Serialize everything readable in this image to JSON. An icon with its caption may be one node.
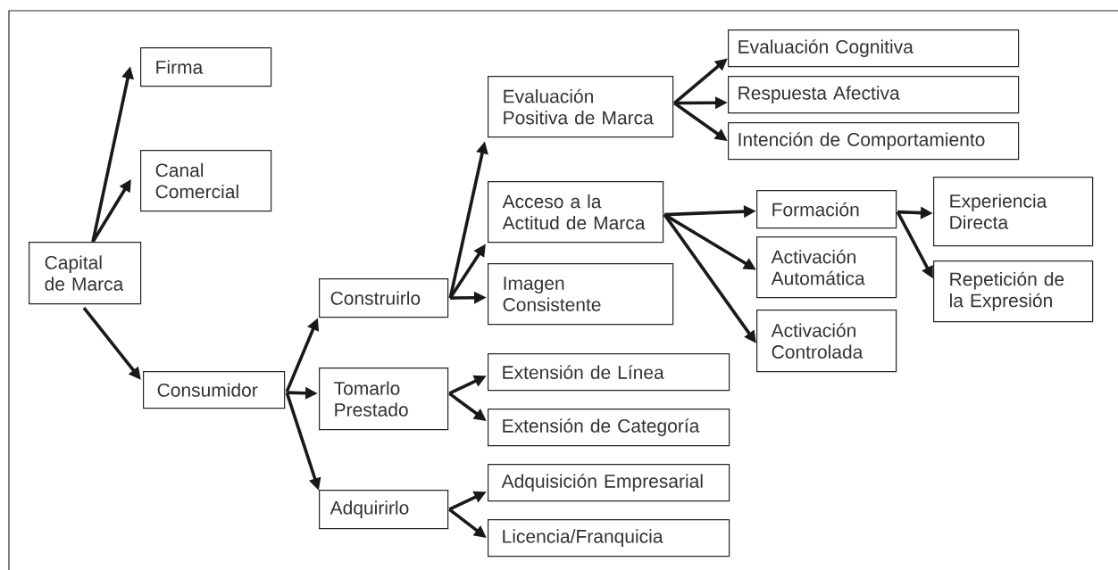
{
  "diagram": {
    "nodes": [
      {
        "text": [
          "Capital de Marca"
        ]
      },
      {
        "text": [
          "Firma"
        ]
      },
      {
        "text": [
          "Canal Comercial"
        ]
      },
      {
        "text": [
          "Consumidor"
        ]
      },
      {
        "text": [
          "Construirlo"
        ]
      },
      {
        "text": [
          "Tomarlo Prestado"
        ]
      },
      {
        "text": [
          "Adquirirlo"
        ]
      },
      {
        "text": [
          "Evaluación Positiva de Marca"
        ]
      },
      {
        "text": [
          "Acceso a la Actitud de Marca"
        ]
      },
      {
        "text": [
          "Imagen Consistente"
        ]
      },
      {
        "text": [
          "Evaluación Cognitiva"
        ]
      },
      {
        "text": [
          "Respuesta Afectiva"
        ]
      },
      {
        "text": [
          "Intención de Comportamiento"
        ]
      },
      {
        "text": [
          "Formación"
        ]
      },
      {
        "text": [
          "Activación Automática"
        ]
      },
      {
        "text": [
          "Activación Controlada"
        ]
      },
      {
        "text": [
          "Experiencia Directa"
        ]
      },
      {
        "text": [
          "Repetición de la Expresión"
        ]
      },
      {
        "text": [
          "Extensión de Línea"
        ]
      },
      {
        "text": [
          "Extensión de Categoría"
        ]
      },
      {
        "text": [
          "Adquisición Empresarial"
        ]
      },
      {
        "text": [
          "Licencia/Franquicia"
        ]
      }
    ],
    "edges": [
      {
        "from": 0,
        "to": 1,
        "arrow": "to"
      },
      {
        "from": 0,
        "to": 2,
        "arrow": "to"
      },
      {
        "from": 0,
        "to": 3,
        "arrow": "to"
      },
      {
        "from": 3,
        "to": 4,
        "arrow": "to"
      },
      {
        "from": 3,
        "to": 5,
        "arrow": "to"
      },
      {
        "from": 3,
        "to": 6,
        "arrow": "to"
      },
      {
        "from": 4,
        "to": 7,
        "arrow": "to"
      },
      {
        "from": 4,
        "to": 8,
        "arrow": "to"
      },
      {
        "from": 4,
        "to": 9,
        "arrow": "to"
      },
      {
        "from": 7,
        "to": 10,
        "arrow": "to"
      },
      {
        "from": 7,
        "to": 11,
        "arrow": "to"
      },
      {
        "from": 7,
        "to": 12,
        "arrow": "to"
      },
      {
        "from": 8,
        "to": 13,
        "arrow": "to"
      },
      {
        "from": 8,
        "to": 14,
        "arrow": "to"
      },
      {
        "from": 8,
        "to": 15,
        "arrow": "to"
      },
      {
        "from": 13,
        "to": 16,
        "arrow": "to"
      },
      {
        "from": 13,
        "to": 17,
        "arrow": "to"
      },
      {
        "from": 5,
        "to": 18,
        "arrow": "to"
      },
      {
        "from": 5,
        "to": 19,
        "arrow": "to"
      },
      {
        "from": 6,
        "to": 20,
        "arrow": "to"
      },
      {
        "from": 6,
        "to": 21,
        "arrow": "to"
      }
    ]
  }
}
